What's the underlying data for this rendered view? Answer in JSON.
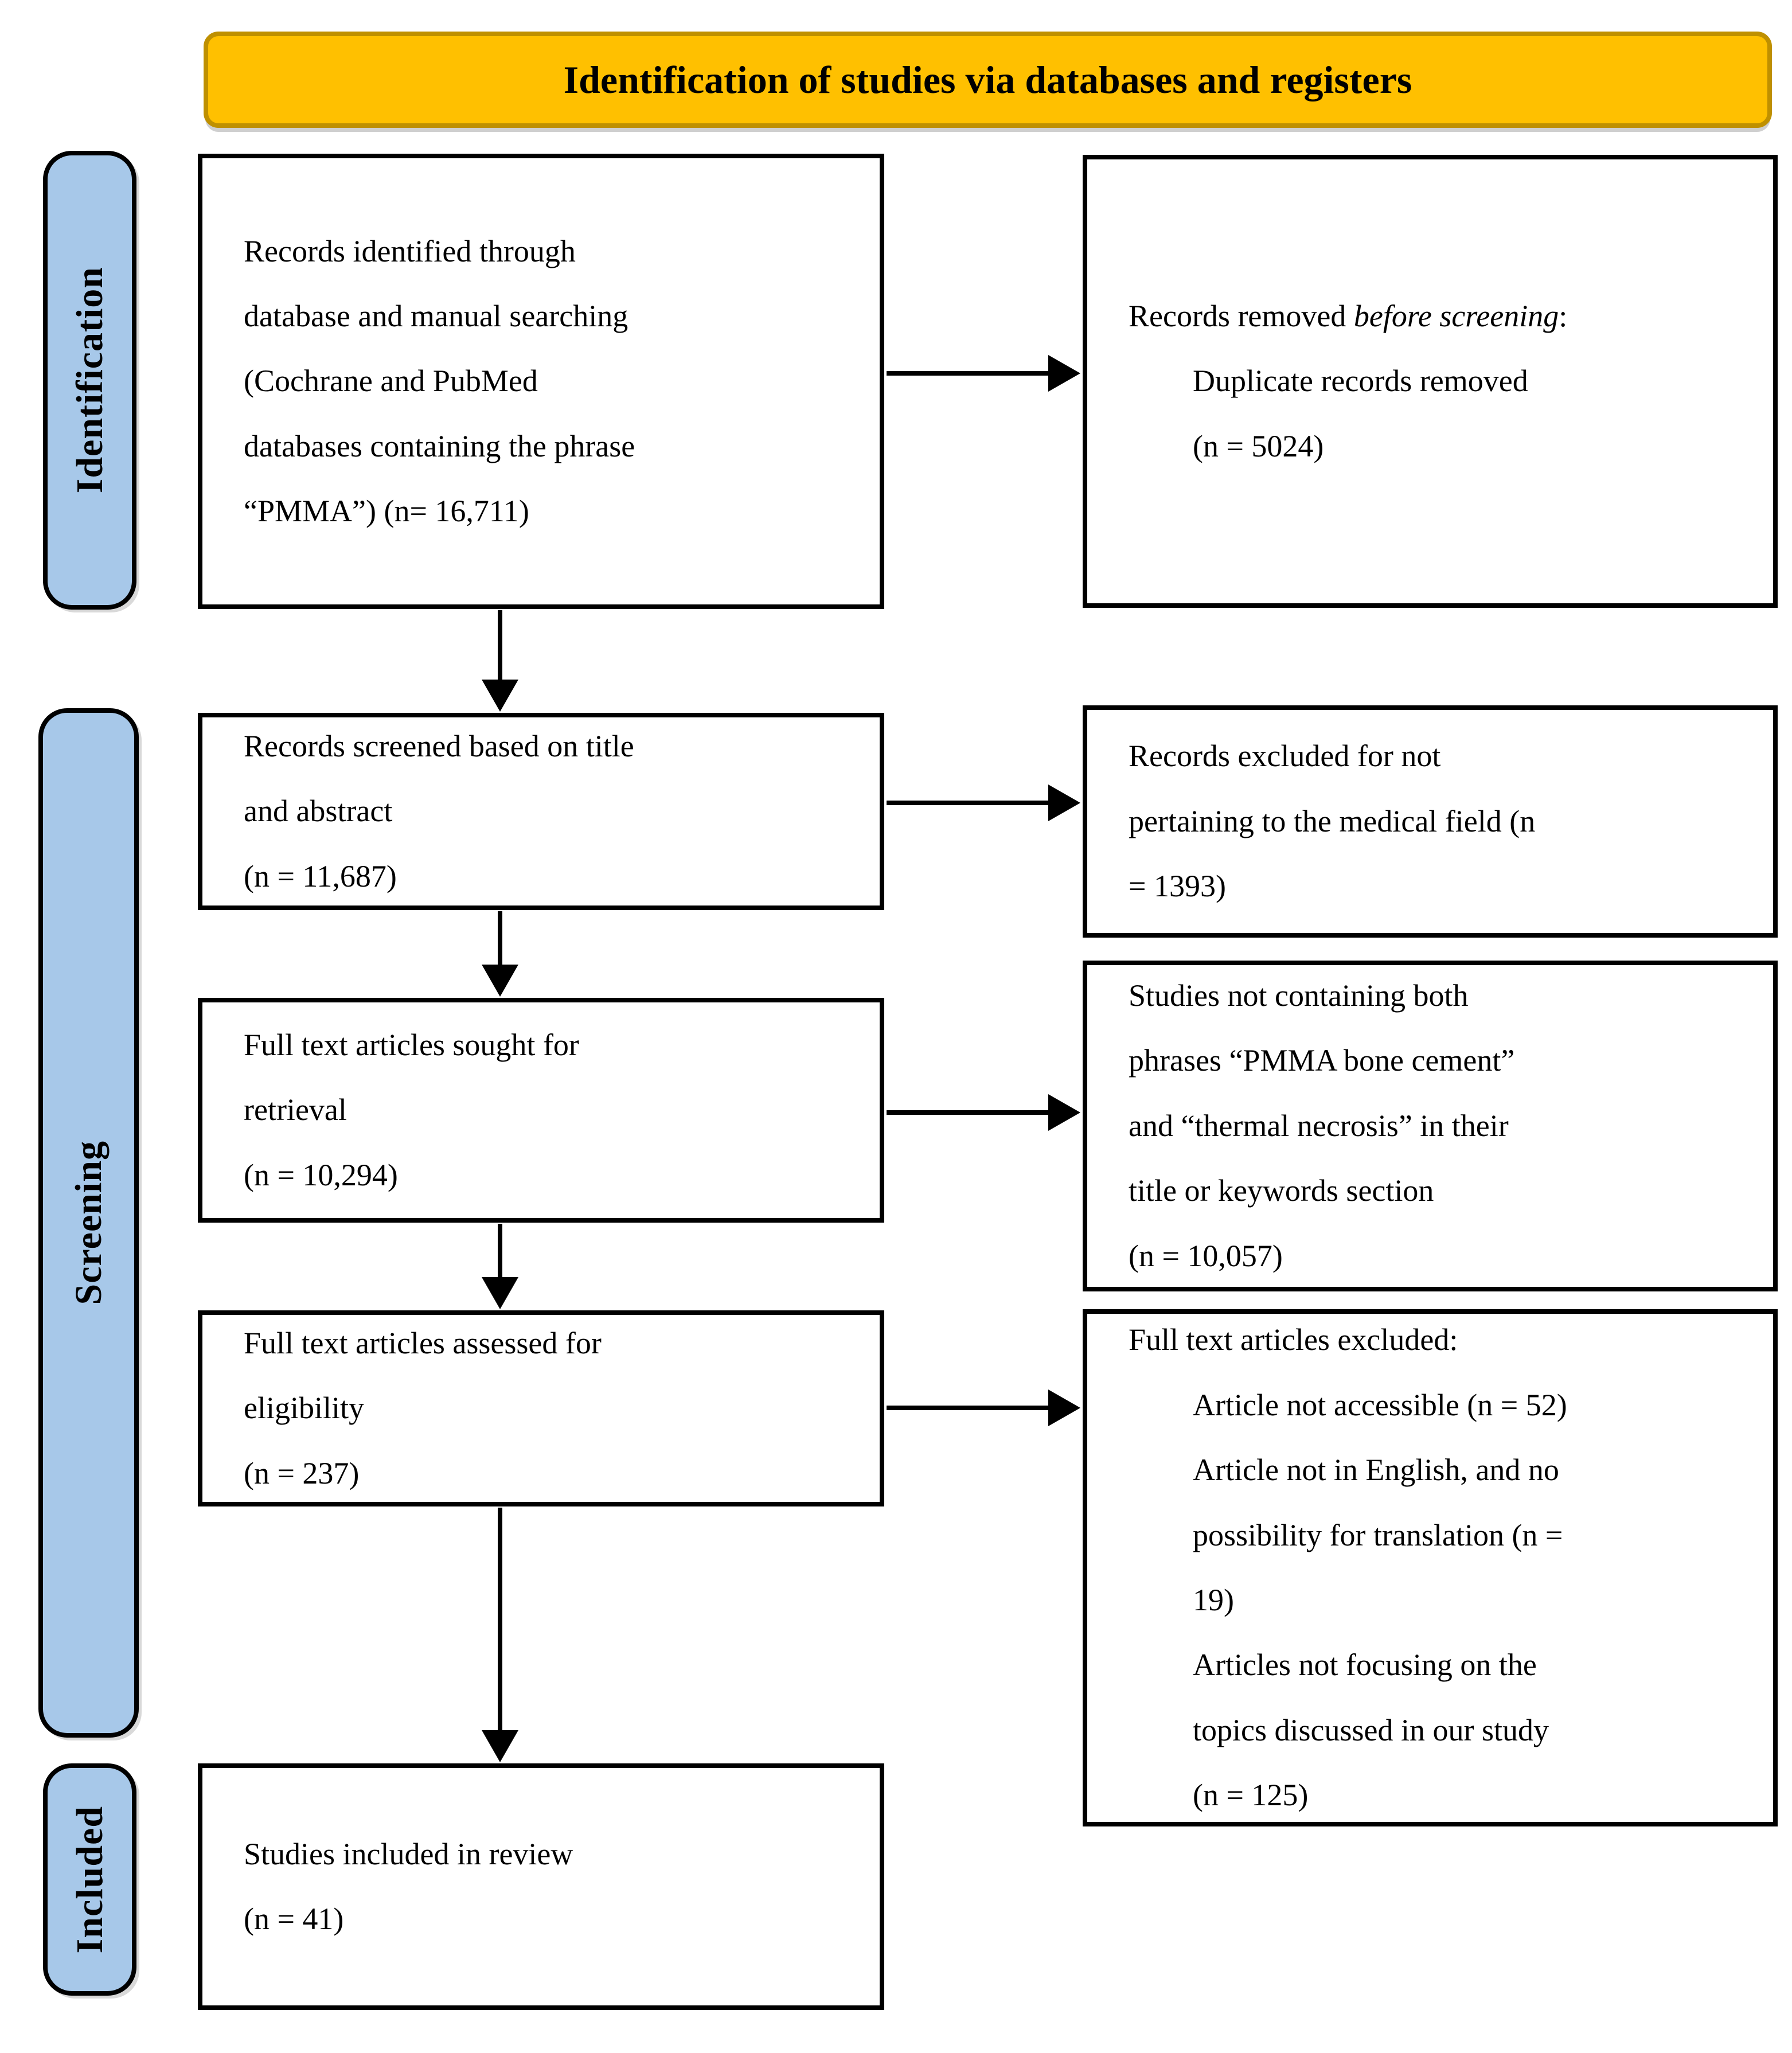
{
  "banner": {
    "title": "Identification of studies via databases and registers"
  },
  "stages": {
    "identification": "Identification",
    "screening": "Screening",
    "included": "Included"
  },
  "flow": {
    "identified": {
      "lines": [
        "Records identified through",
        "database and manual searching",
        "(Cochrane and PubMed",
        "databases containing the phrase",
        "“PMMA”) (n= 16,711)"
      ]
    },
    "screened": {
      "lines": [
        "Records screened based on title",
        "and abstract",
        "(n = 11,687)"
      ]
    },
    "sought": {
      "lines": [
        "Full text articles sought for",
        "retrieval",
        "(n = 10,294)"
      ]
    },
    "assessed": {
      "lines": [
        "Full text articles assessed for",
        "eligibility",
        "(n = 237)"
      ]
    },
    "included": {
      "lines": [
        "Studies included in review",
        "(n = 41)"
      ]
    }
  },
  "side": {
    "removed_before_screening": {
      "intro_pre": "Records removed ",
      "intro_italic": "before screening",
      "intro_post": ":",
      "indented_lines": [
        "Duplicate records removed",
        "(n = 5024)"
      ]
    },
    "excluded_not_medical": {
      "lines": [
        "Records excluded for not",
        "pertaining to the medical field (n",
        "= 1393)"
      ]
    },
    "not_containing_phrases": {
      "lines": [
        "Studies not containing both",
        "phrases “PMMA bone cement”",
        "and “thermal necrosis” in their",
        "title or keywords section",
        "(n = 10,057)"
      ]
    },
    "full_text_excluded": {
      "title": "Full text articles excluded:",
      "indented_lines": [
        "Article not accessible (n = 52)",
        "Article not in English, and no",
        "possibility for translation (n =",
        "19)",
        "Articles not focusing on the",
        "topics discussed in our study",
        "(n = 125)"
      ]
    }
  },
  "colors": {
    "banner_fill": "#FFC000",
    "banner_border": "#BF9000",
    "stage_fill": "#A7C8E9",
    "box_border": "#000000"
  }
}
